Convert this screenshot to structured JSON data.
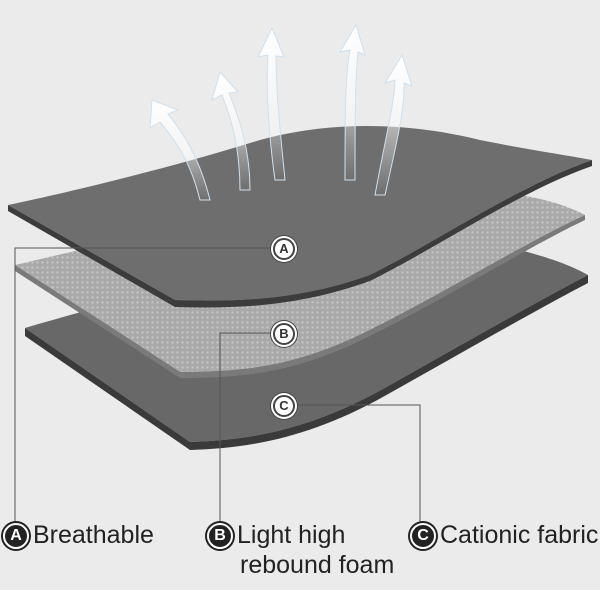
{
  "layers": [
    {
      "letter": "A",
      "label": "Breathable"
    },
    {
      "letter": "B",
      "label_line1": "Light high",
      "label_line2": "rebound foam"
    },
    {
      "letter": "C",
      "label": "Cationic fabric"
    }
  ],
  "colors": {
    "background": "#ebebeb",
    "fabric": "#6e6e6e",
    "foam": "#a9a9a9",
    "leader": "#555555"
  }
}
